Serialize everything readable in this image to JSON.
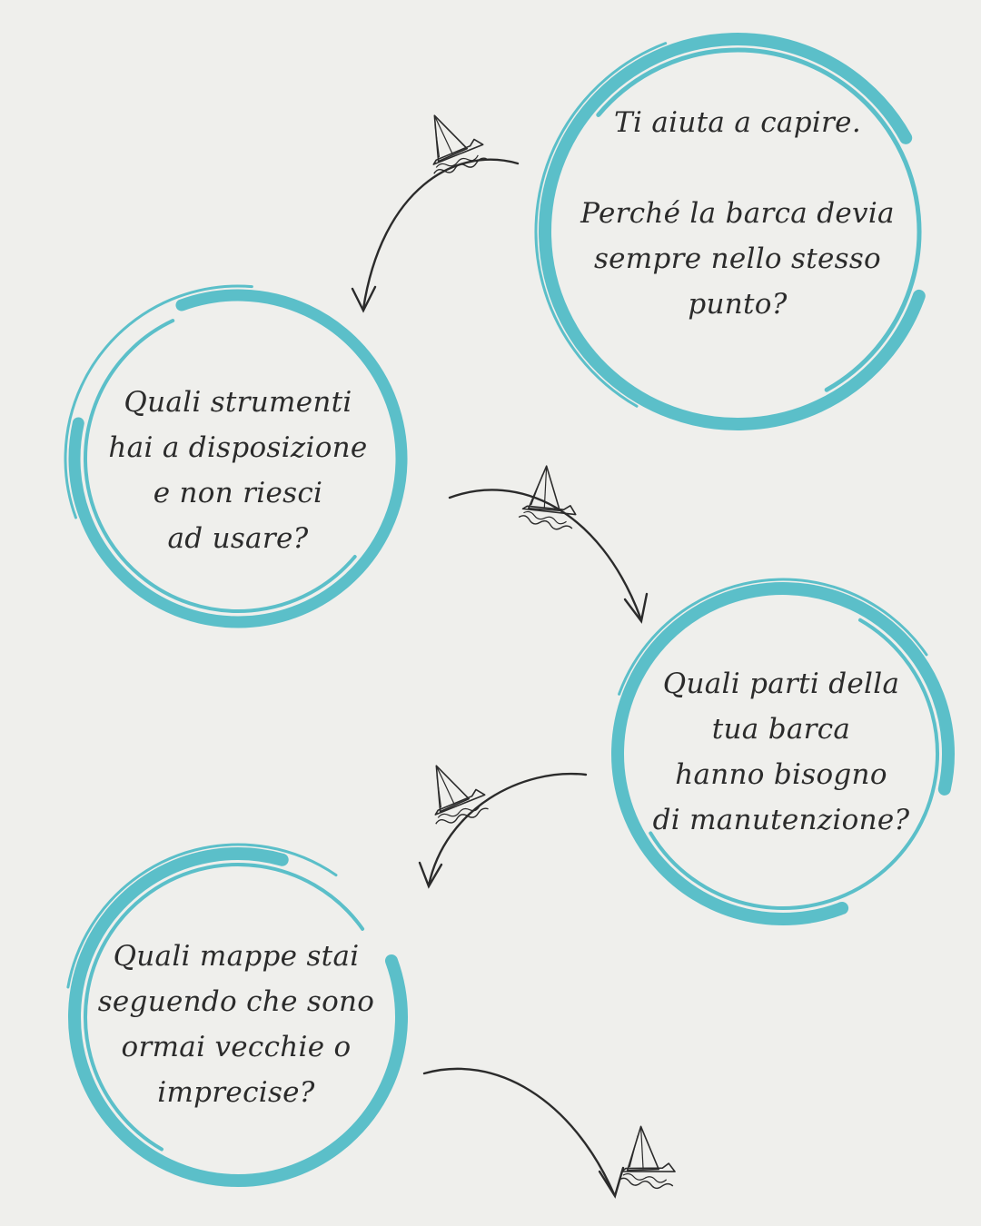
{
  "colors": {
    "background": "#efefec",
    "ring": "#5bbfc9",
    "ink": "#2b2b2b"
  },
  "bubbles": [
    {
      "id": "boat-deviation",
      "lines_top": [
        "Ti aiuta a capire."
      ],
      "lines": [
        "Perché la barca devia",
        "sempre nello stesso",
        "punto?"
      ]
    },
    {
      "id": "tools",
      "lines": [
        "Quali strumenti",
        "hai a disposizione",
        "e non riesci",
        "ad usare?"
      ]
    },
    {
      "id": "maintenance",
      "lines": [
        "Quali parti della",
        "tua barca",
        "hanno bisogno",
        "di manutenzione?"
      ]
    },
    {
      "id": "maps",
      "lines": [
        "Quali mappe stai",
        "seguendo che sono",
        "ormai vecchie o",
        "imprecise?"
      ]
    }
  ],
  "icons": [
    "paper-boat-icon",
    "curved-arrow-icon"
  ]
}
